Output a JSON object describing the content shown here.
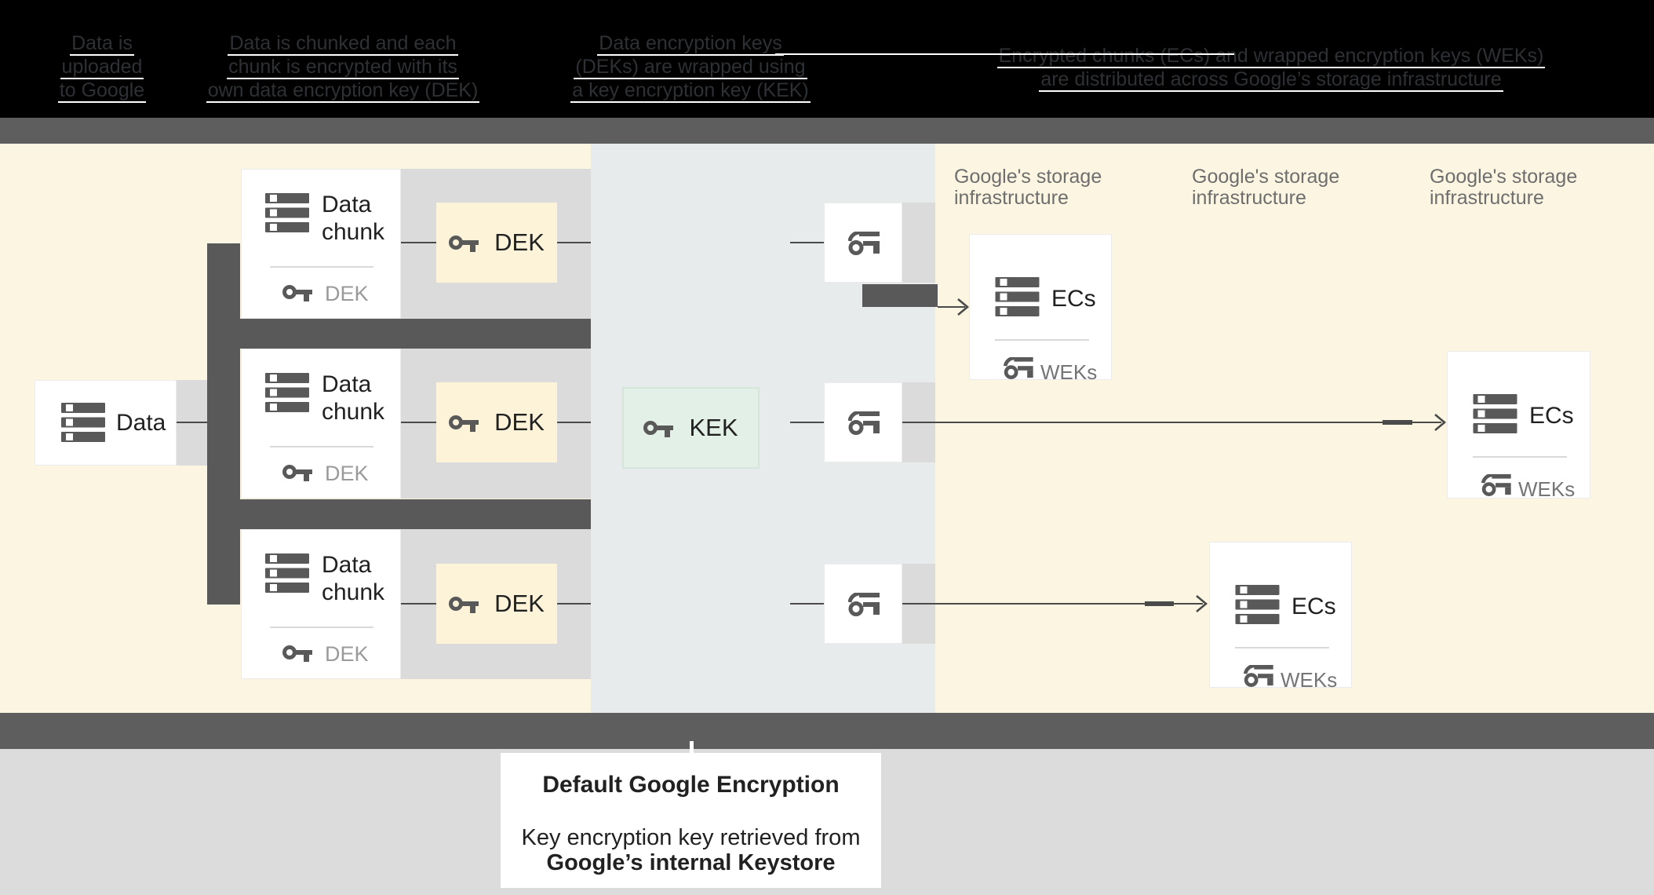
{
  "header": {
    "steps": [
      {
        "lines": [
          "Data is",
          "uploaded",
          "to Google"
        ]
      },
      {
        "lines": [
          "Data is chunked and each",
          "chunk is encrypted with its",
          "own data encryption key (DEK)"
        ]
      },
      {
        "lines": [
          "Data encryption keys",
          "(DEKs) are wrapped using",
          "a key encryption key (KEK)"
        ]
      },
      {
        "lines": [
          "Encrypted chunks (ECs) and wrapped encryption keys (WEKs)",
          "are distributed across Google’s storage infrastructure"
        ]
      }
    ]
  },
  "diagram": {
    "data_box": {
      "label": "Data"
    },
    "chunk_cards": [
      {
        "title": "Data chunk",
        "key_label": "DEK"
      },
      {
        "title": "Data chunk",
        "key_label": "DEK"
      },
      {
        "title": "Data chunk",
        "key_label": "DEK"
      }
    ],
    "dek_boxes": [
      {
        "label": "DEK"
      },
      {
        "label": "DEK"
      },
      {
        "label": "DEK"
      }
    ],
    "kek_box": {
      "label": "KEK"
    },
    "storage_labels": [
      {
        "line1": "Google's storage",
        "line2": "infrastructure"
      },
      {
        "line1": "Google's storage",
        "line2": "infrastructure"
      },
      {
        "line1": "Google's storage",
        "line2": "infrastructure"
      }
    ],
    "ec_cards": [
      {
        "title": "ECs",
        "key_label": "WEKs"
      },
      {
        "title": "ECs",
        "key_label": "WEKs"
      },
      {
        "title": "ECs",
        "key_label": "WEKs"
      }
    ]
  },
  "caption": {
    "title": "Default Google Encryption",
    "line1": "Key encryption key retrieved from",
    "line2": "Google’s internal Keystore"
  },
  "icons": {
    "server": "server-stack-icon",
    "key": "key-icon",
    "wrapped_key": "wrapped-key-icon",
    "arrow": "arrow-right-chevron-icon"
  },
  "colors": {
    "header_bg": "#000000",
    "header_text": "#2E3134",
    "underline": "#FFFFFF",
    "divider_bar": "#5E5E5E",
    "cream": "#FBF5E1",
    "panel_blue_gray": "#E8EBEC",
    "band_gray": "#DBDBDB",
    "dark": "#595959",
    "line": "#4A4A4A",
    "card_white": "#FFFFFF",
    "card_border": "#EBEBEB",
    "dek_box": "#FCF3D9",
    "kek_box": "#E3F0E8",
    "kek_border": "#D4E5DA",
    "text_dark": "#212121",
    "text_gray": "#9A9A9A",
    "text_mid_gray": "#757575",
    "label_gray": "#6E6E6E",
    "footer": "#DCDCDC"
  }
}
